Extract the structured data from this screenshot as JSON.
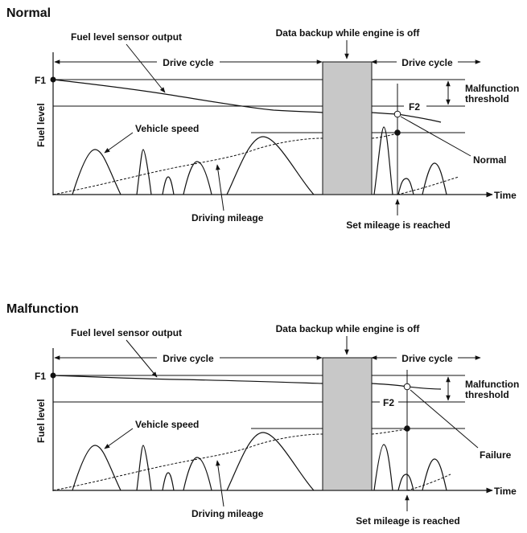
{
  "panels": [
    {
      "title": "Normal",
      "sensor_label": "Fuel level sensor output",
      "backup_label": "Data backup while engine is off",
      "drive_cycle_left": "Drive cycle",
      "drive_cycle_right": "Drive cycle",
      "f1": "F1",
      "f2": "F2",
      "y_axis": "Fuel level",
      "threshold_line1": "Malfunction",
      "threshold_line2": "threshold",
      "vehicle_speed": "Vehicle speed",
      "status_label": "Normal",
      "time": "Time",
      "driving_mileage": "Driving mileage",
      "set_mileage": "Set mileage is reached"
    },
    {
      "title": "Malfunction",
      "sensor_label": "Fuel level sensor output",
      "backup_label": "Data backup while engine is off",
      "drive_cycle_left": "Drive cycle",
      "drive_cycle_right": "Drive cycle",
      "f1": "F1",
      "f2": "F2",
      "y_axis": "Fuel level",
      "threshold_line1": "Malfunction",
      "threshold_line2": "threshold",
      "vehicle_speed": "Vehicle speed",
      "status_label": "Failure",
      "time": "Time",
      "driving_mileage": "Driving mileage",
      "set_mileage": "Set mileage is reached"
    }
  ],
  "colors": {
    "line": "#111111",
    "backup_block": "#c8c8c8"
  }
}
